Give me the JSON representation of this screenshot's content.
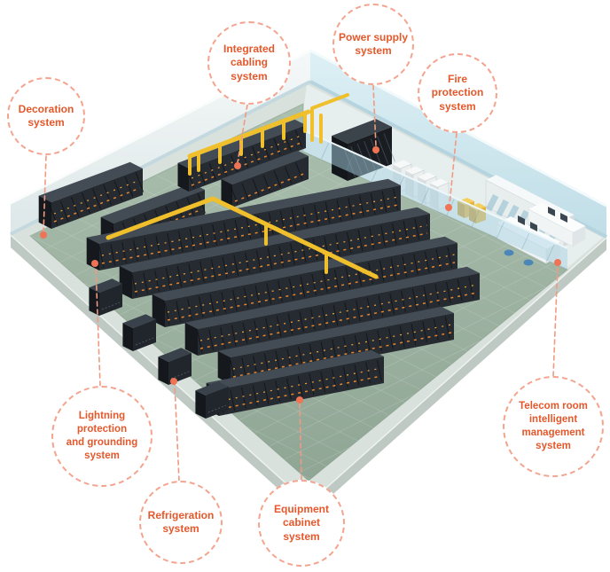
{
  "callouts": [
    {
      "id": "decoration-system",
      "label": "Decoration\nsystem"
    },
    {
      "id": "integrated-cabling-system",
      "label": "Integrated\ncabling\nsystem"
    },
    {
      "id": "power-supply-system",
      "label": "Power supply\nsystem"
    },
    {
      "id": "fire-protection-system",
      "label": "Fire\nprotection\nsystem"
    },
    {
      "id": "telecom-room-intelligent-management-system",
      "label": "Telecom room\nintelligent\nmanagement\nsystem"
    },
    {
      "id": "lightning-protection-and-grounding-system",
      "label": "Lightning\nprotection\nand grounding\nsystem"
    },
    {
      "id": "refrigeration-system",
      "label": "Refrigeration\nsystem"
    },
    {
      "id": "equipment-cabinet-system",
      "label": "Equipment\ncabinet\nsystem"
    }
  ],
  "colors": {
    "callout_text": "#e4582b",
    "callout_border": "#f4a48e",
    "anchor_dot": "#ef7456",
    "connector_line": "#f19a82",
    "cable_tray_yellow": "#f0bf2c",
    "rack_body": "#23282e",
    "floor_green": "#9fb4a2",
    "wall_blue": "#cde6ee"
  }
}
